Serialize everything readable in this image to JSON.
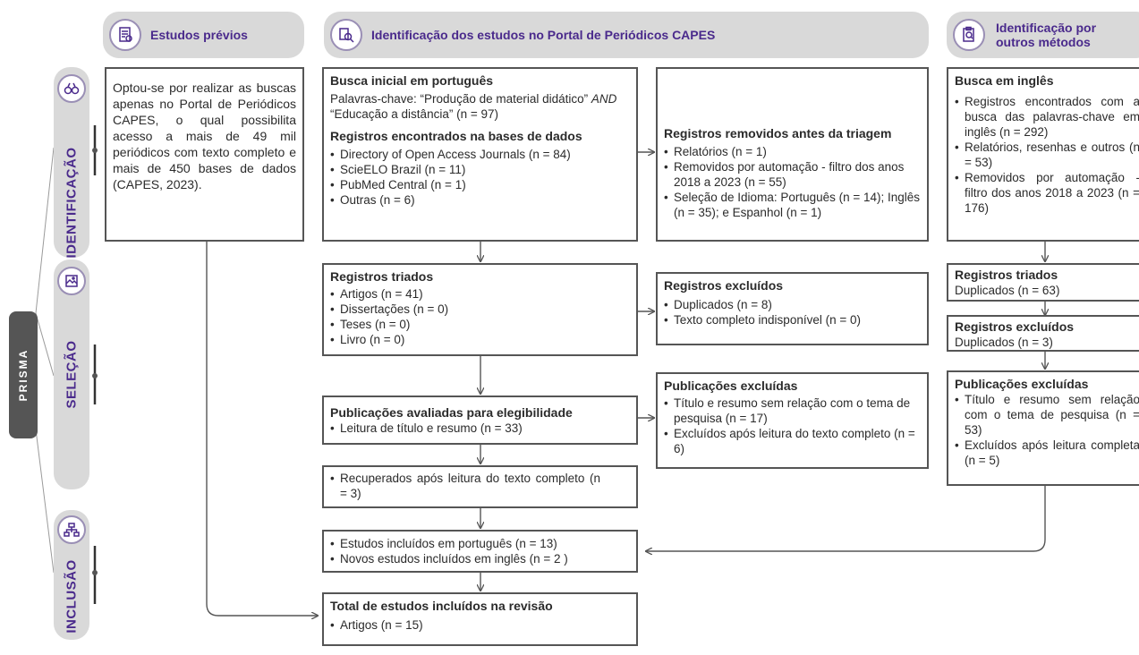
{
  "colors": {
    "accent": "#4a2a8c",
    "pill": "#d9d9d9",
    "border": "#555555",
    "prisma": "#555555"
  },
  "prisma": {
    "label": "PRISMA"
  },
  "phases": {
    "identificacao": "IDENTIFICAÇÃO",
    "selecao": "SELEÇÃO",
    "inclusao": "INCLUSÃO"
  },
  "headers": {
    "estudos_previos": "Estudos prévios",
    "capes": "Identificação dos estudos no Portal de Periódicos CAPES",
    "outros_line1": "Identificação por",
    "outros_line2": "outros métodos"
  },
  "previos": {
    "text": "Optou-se por realizar as buscas apenas no Portal de Periódicos CAPES, o qual possibilita acesso a mais de 49 mil periódicos com texto completo e mais de 450 bases de dados (CAPES, 2023)."
  },
  "busca_pt": {
    "title": "Busca inicial em português",
    "kw_pre": "Palavras-chave: “Produção de material didático” ",
    "kw_and": "AND",
    "kw_post": " “Educação a distância” (n = 97)",
    "sub_title": "Registros encontrados na bases de dados",
    "items": [
      "Directory of Open Access Journals (n = 84)",
      "ScieELO Brazil (n = 11)",
      "PubMed Central (n = 1)",
      "Outras (n = 6)"
    ]
  },
  "removidos": {
    "title": "Registros removidos antes da triagem",
    "items": [
      "Relatórios (n = 1)",
      "Removidos por automação - filtro dos anos 2018 a 2023 (n = 55)",
      "Seleção de Idioma: Português (n = 14); Inglês (n = 35); e Espanhol (n = 1)"
    ]
  },
  "busca_en": {
    "title": "Busca em inglês",
    "items": [
      "Registros encontrados com a busca das palavras-chave em inglês (n = 292)",
      "Relatórios, resenhas e outros (n = 53)",
      "Removidos por automação - filtro dos anos 2018 a 2023 (n = 176)"
    ]
  },
  "triados": {
    "title": "Registros triados",
    "items": [
      "Artigos (n = 41)",
      "Dissertações (n = 0)",
      "Teses (n = 0)",
      "Livro (n = 0)"
    ]
  },
  "excluidos": {
    "title": "Registros excluídos",
    "items": [
      "Duplicados (n = 8)",
      "Texto completo indisponível (n = 0)"
    ]
  },
  "en_triados": {
    "title": "Registros triados",
    "text": "Duplicados (n = 63)"
  },
  "en_excluidos": {
    "title": "Registros excluídos",
    "text": "Duplicados (n = 3)"
  },
  "avaliadas": {
    "title": "Publicações avaliadas para elegibilidade",
    "items": [
      "Leitura de título e resumo (n = 33)"
    ]
  },
  "pub_excluidas": {
    "title": "Publicações excluídas",
    "items": [
      "Título e resumo sem relação com o tema de pesquisa (n = 17)",
      "Excluídos após leitura do texto completo (n = 6)"
    ]
  },
  "en_pub_excluidas": {
    "title": "Publicações excluídas",
    "items": [
      "Título e resumo sem relação com o tema de pesquisa (n = 53)",
      "Excluídos após leitura completa (n = 5)"
    ]
  },
  "recuperados": {
    "items": [
      "Recuperados após leitura do texto completo (n = 3)"
    ]
  },
  "incluidos": {
    "items": [
      "Estudos incluídos em português (n = 13)",
      "Novos estudos incluídos em inglês (n = 2 )"
    ]
  },
  "total": {
    "title": "Total de estudos incluídos na revisão",
    "items": [
      "Artigos (n = 15)"
    ]
  },
  "icons": [
    "document-icon",
    "search-document-icon",
    "clipboard-search-icon",
    "binoculars-icon",
    "image-icon",
    "network-icon"
  ]
}
